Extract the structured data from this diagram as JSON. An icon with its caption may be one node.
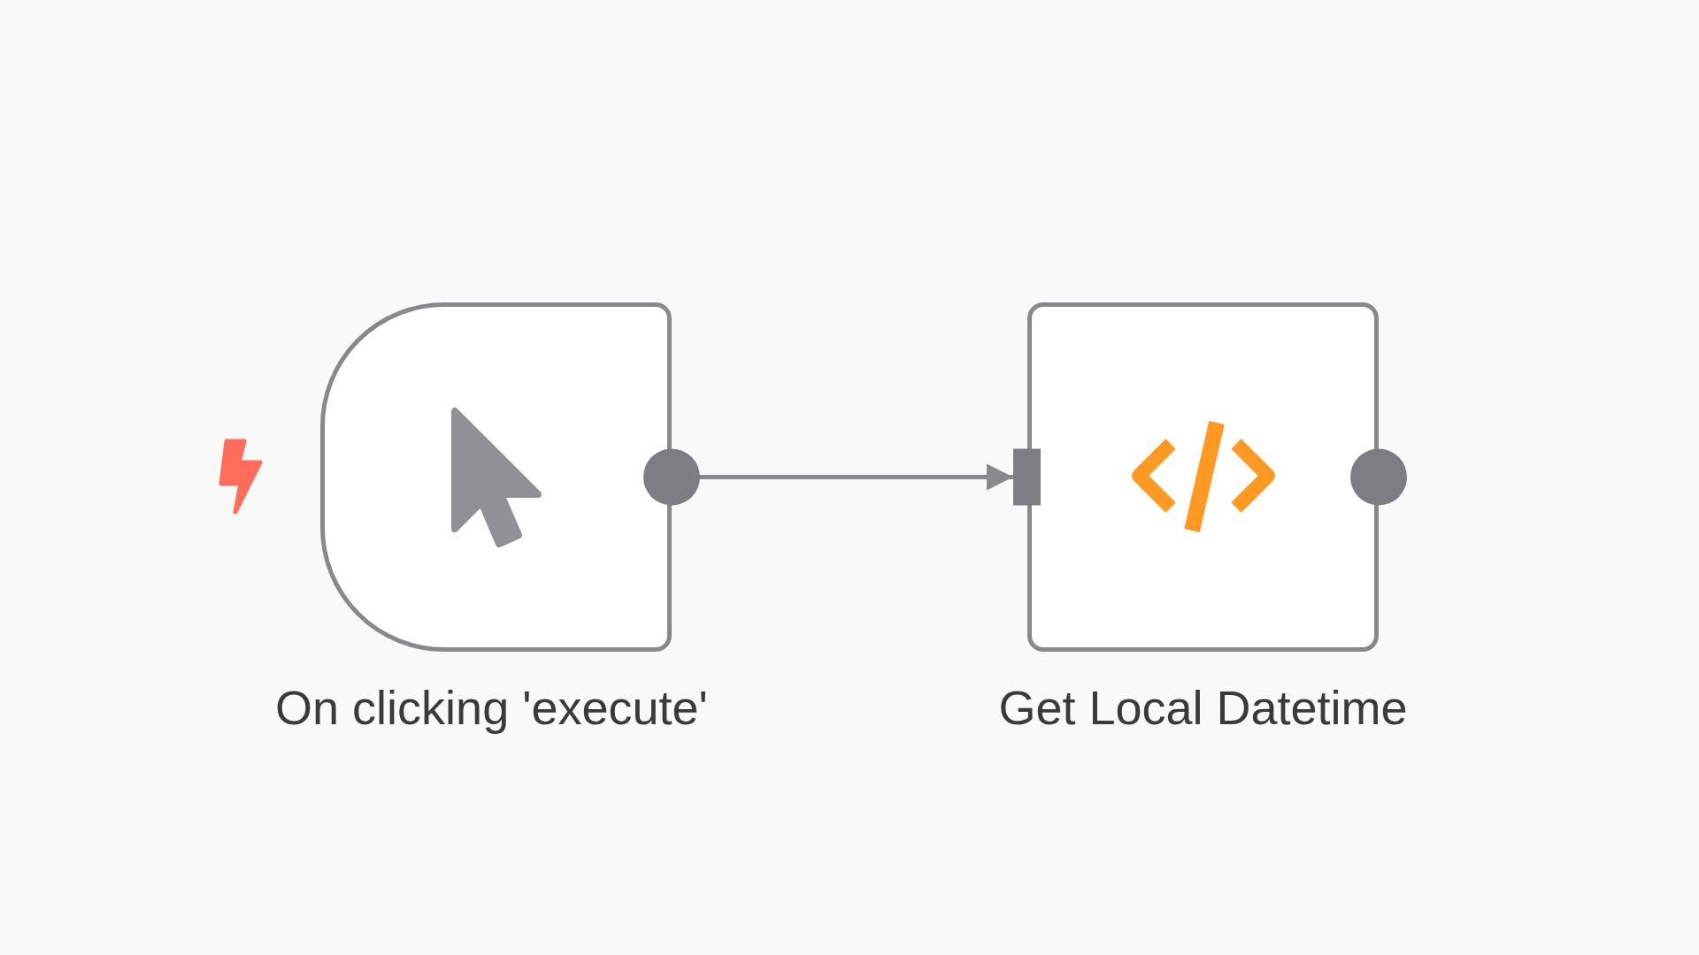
{
  "diagram": {
    "nodes": [
      {
        "text": [
          "On clicking 'execute'"
        ]
      },
      {
        "text": [
          "Get Local Datetime"
        ]
      }
    ],
    "edges": [
      {
        "from": 0,
        "to": 1,
        "arrow": "to"
      }
    ]
  }
}
